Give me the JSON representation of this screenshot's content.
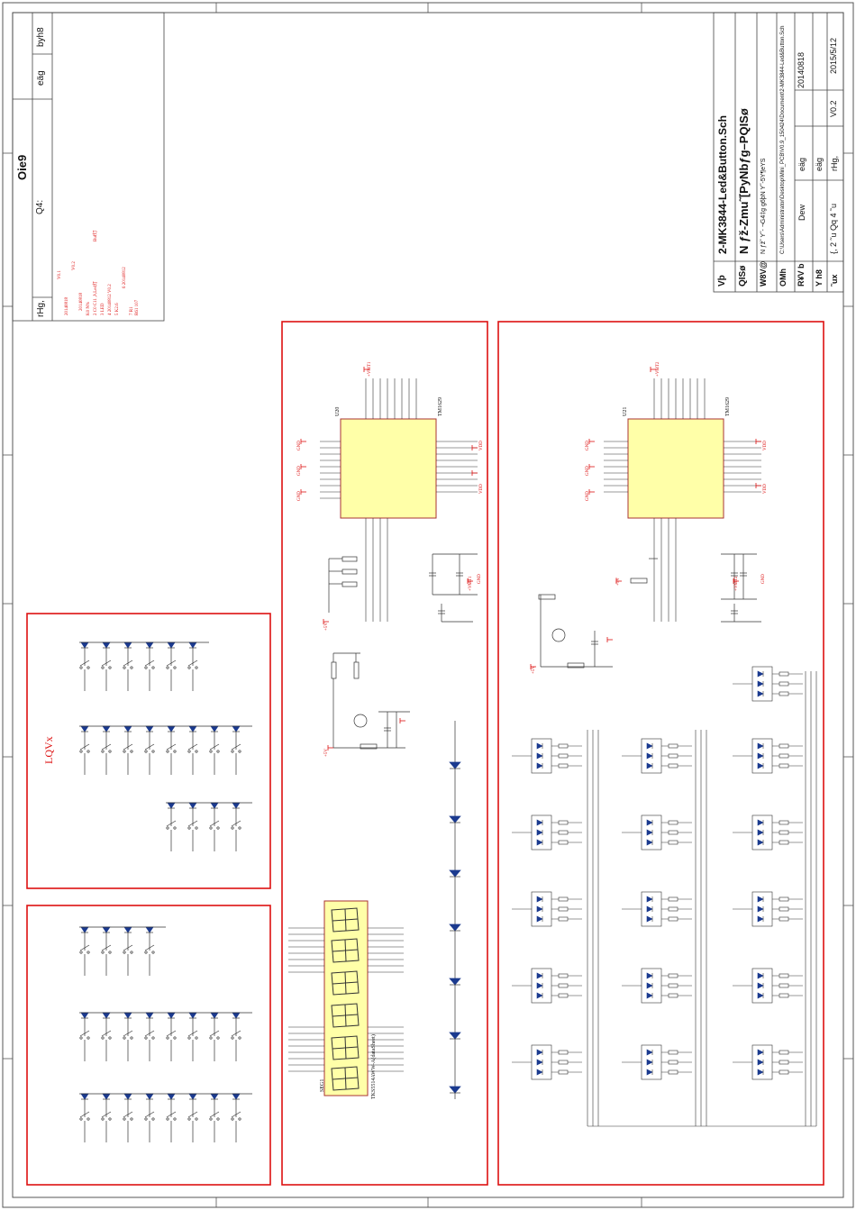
{
  "revision_block": {
    "title": "Oie9",
    "sub": "Q4:",
    "col_rev": "rHg,",
    "col_date": "eäg",
    "col_by": "byh8",
    "entries": [
      "V0.1",
      "20140818",
      "V0.2",
      "20140818",
      "K0 N%",
      "2 C0 C11 入Led灯",
      "3 LED",
      "4 20140812 V0.2",
      "5 K2.6",
      "6 20140812",
      "7 R1",
      "Buf灯",
      "R61 107"
    ]
  },
  "title_block": {
    "project": "2-MK3844-Led&Button.Sch",
    "title": "N ƒž-Zmu˜[PyNbƒg–PQISø",
    "file_path": "N ƒž˜ Y˜- ¬G4‡g g6þN Y˜-5Y¶eYS",
    "doc_path": "C:\\Users\\Administrator\\Desktop\\Mini_PCB\\V0.9_150424\\Document\\2-MK3844-Led&Button.Sch",
    "date_initial": "20140818",
    "date_rev": "2015/5/12",
    "designer": "Dew",
    "version": "V0.2",
    "labels": {
      "project": "Vþ",
      "title": "QISø",
      "file": "W8V@",
      "path": "OMh",
      "reviewer": "R¥V b",
      "approver": "Y h8",
      "size": "˜ux",
      "date": "eäg",
      "date2": "eäg",
      "rev": "rHg,",
      "footer": "{, 2 ˜u Qq 4 ˜u"
    }
  },
  "sections": {
    "keys_label": "LQVx",
    "ic_left_label": "U20",
    "ic_right_label": "U21",
    "display_label": "TKS5514AWW-A(dataSheet)",
    "seg_label": "SEG1",
    "ic_part": "TM1629"
  },
  "nets": {
    "gnd": "GND",
    "vdd": "VDD",
    "vcc": "+5V",
    "vmt1": "+VMT1",
    "vmt2": "+VMT2"
  }
}
